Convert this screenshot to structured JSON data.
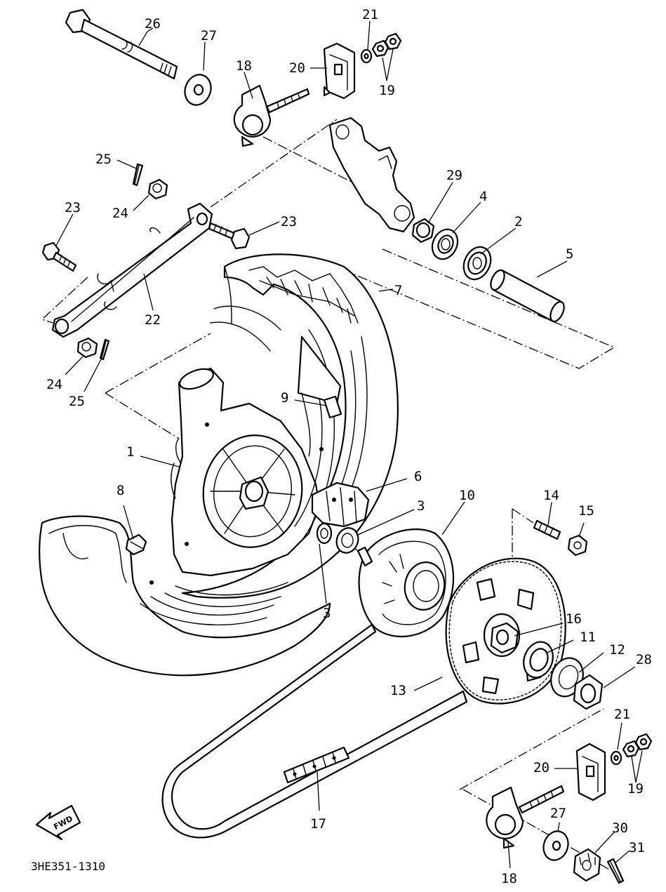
{
  "diagram": {
    "reference_code": "3HE351-1310",
    "fwd_label": "FWD",
    "callouts": [
      {
        "id": "c26",
        "label": "26"
      },
      {
        "id": "c27a",
        "label": "27"
      },
      {
        "id": "c18a",
        "label": "18"
      },
      {
        "id": "c20a",
        "label": "20"
      },
      {
        "id": "c21a",
        "label": "21"
      },
      {
        "id": "c19a",
        "label": "19"
      },
      {
        "id": "c25a",
        "label": "25"
      },
      {
        "id": "c24a",
        "label": "24"
      },
      {
        "id": "c23a",
        "label": "23"
      },
      {
        "id": "c23b",
        "label": "23"
      },
      {
        "id": "c29",
        "label": "29"
      },
      {
        "id": "c4",
        "label": "4"
      },
      {
        "id": "c2",
        "label": "2"
      },
      {
        "id": "c5",
        "label": "5"
      },
      {
        "id": "c7",
        "label": "7"
      },
      {
        "id": "c22",
        "label": "22"
      },
      {
        "id": "c24b",
        "label": "24"
      },
      {
        "id": "c25b",
        "label": "25"
      },
      {
        "id": "c9",
        "label": "9"
      },
      {
        "id": "c1",
        "label": "1"
      },
      {
        "id": "c6",
        "label": "6"
      },
      {
        "id": "c10",
        "label": "10"
      },
      {
        "id": "c3a",
        "label": "3"
      },
      {
        "id": "c3b",
        "label": "3"
      },
      {
        "id": "c8",
        "label": "8"
      },
      {
        "id": "c14",
        "label": "14"
      },
      {
        "id": "c15",
        "label": "15"
      },
      {
        "id": "c16",
        "label": "16"
      },
      {
        "id": "c11",
        "label": "11"
      },
      {
        "id": "c12",
        "label": "12"
      },
      {
        "id": "c28",
        "label": "28"
      },
      {
        "id": "c13",
        "label": "13"
      },
      {
        "id": "c21b",
        "label": "21"
      },
      {
        "id": "c20b",
        "label": "20"
      },
      {
        "id": "c19b",
        "label": "19"
      },
      {
        "id": "c17",
        "label": "17"
      },
      {
        "id": "c27b",
        "label": "27"
      },
      {
        "id": "c30",
        "label": "30"
      },
      {
        "id": "c31",
        "label": "31"
      },
      {
        "id": "c18b",
        "label": "18"
      }
    ]
  }
}
